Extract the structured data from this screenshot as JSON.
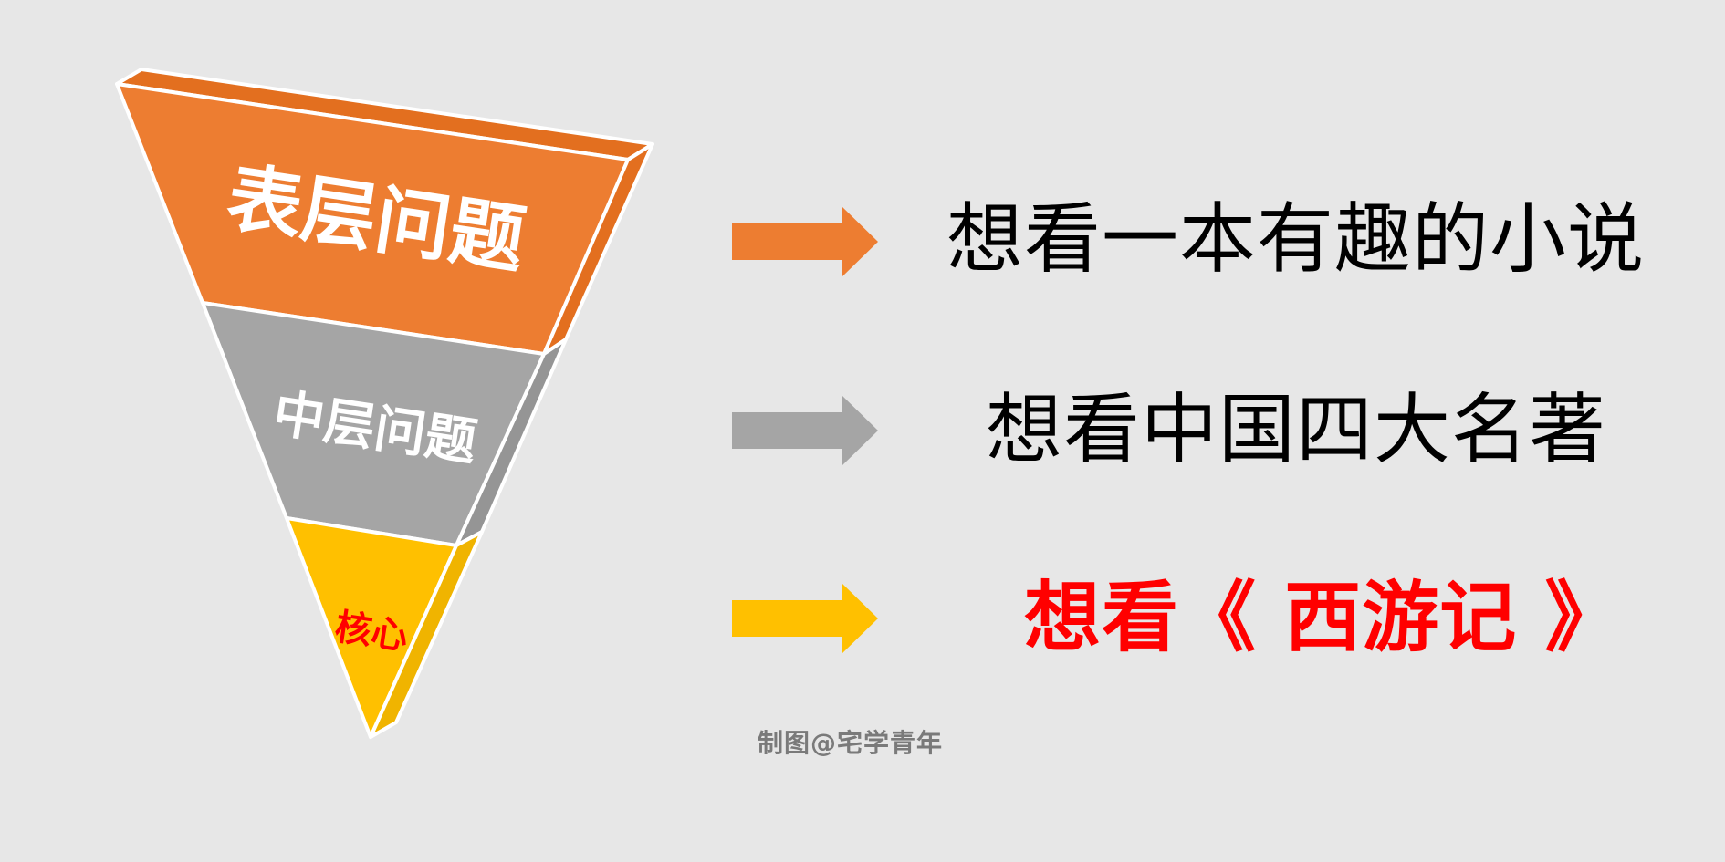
{
  "colors": {
    "background": "#e7e7e7",
    "surface": "#ed7d31",
    "surface_side": "#e36f1f",
    "middle": "#a5a5a5",
    "middle_side": "#959595",
    "core": "#ffc000",
    "core_side": "#f0b400",
    "core_text": "#ff0000",
    "outline": "#ffffff",
    "statement_default": "#000000",
    "statement_highlight": "#ff0000",
    "credit": "#7a7a7a"
  },
  "pyramid": {
    "levels": [
      {
        "label": "表层问题",
        "color_key": "surface"
      },
      {
        "label": "中层问题",
        "color_key": "middle"
      },
      {
        "label": "核心",
        "color_key": "core"
      }
    ]
  },
  "mapping": [
    {
      "text": "想看一本有趣的小说",
      "arrow_color_key": "surface",
      "text_color_key": "statement_default"
    },
    {
      "text": "想看中国四大名著",
      "arrow_color_key": "middle",
      "text_color_key": "statement_default"
    },
    {
      "text": "想看《 西游记 》",
      "arrow_color_key": "core",
      "text_color_key": "statement_highlight"
    }
  ],
  "credit": "制图@宅学青年"
}
